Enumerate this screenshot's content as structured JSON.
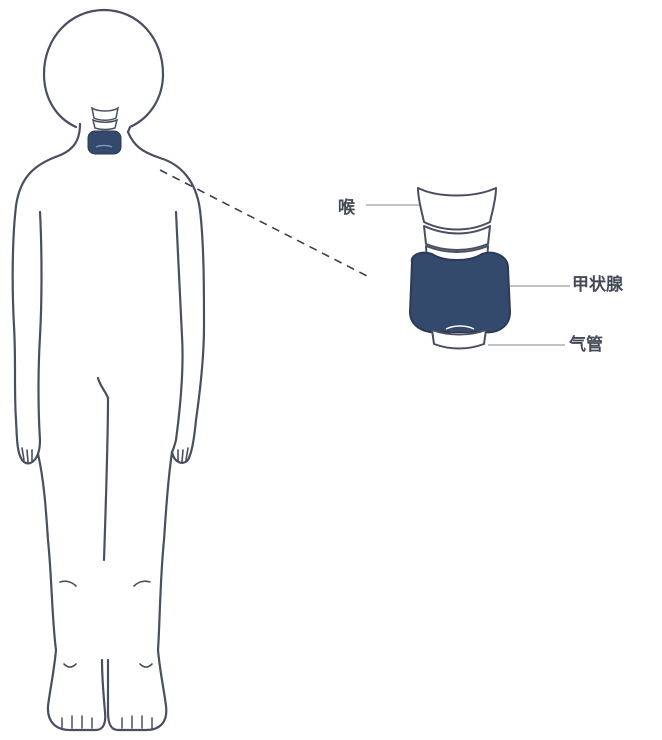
{
  "labels": {
    "larynx": "喉",
    "thyroid": "甲状腺",
    "trachea": "气管"
  },
  "colors": {
    "outline": "#4a4f60",
    "thyroid_fill": "#344a6c",
    "leader_line": "#9aa0a8",
    "label_text": "#444a55"
  }
}
